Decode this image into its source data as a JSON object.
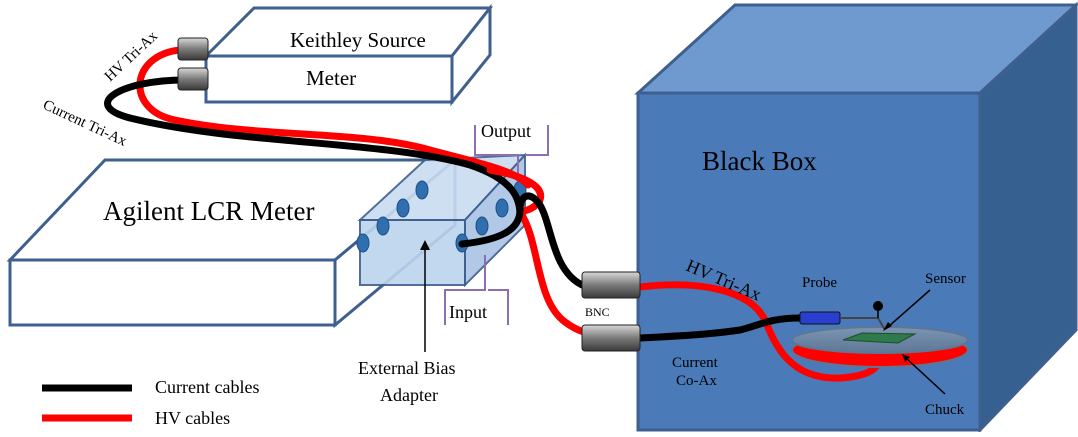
{
  "labels": {
    "keithley_line1": "Keithley Source",
    "keithley_line2": "Meter",
    "agilent": "Agilent LCR Meter",
    "black_box": "Black Box",
    "output": "Output",
    "input": "Input",
    "external_bias_line1": "External Bias",
    "external_bias_line2": "Adapter",
    "hv_triax_top": "HV Tri-Ax",
    "current_triax": "Current Tri-Ax",
    "bnc": "BNC",
    "hv_triax_box": "HV Tri-Ax",
    "probe": "Probe",
    "sensor": "Sensor",
    "chuck": "Chuck",
    "current_coax_line1": "Current",
    "current_coax_line2": "Co-Ax"
  },
  "legend": {
    "current": "Current cables",
    "hv": "HV cables"
  },
  "colors": {
    "current_cable": "#000000",
    "hv_cable": "#ff0000",
    "box_outline": "#3f5f8f",
    "black_box_front": "#4a7ab8",
    "black_box_top": "#6f9ad0",
    "black_box_side": "#36608f",
    "adapter_fill": "#bcd4ee",
    "connector_blue": "#2f6fb0",
    "bracket": "#8a70b0"
  }
}
